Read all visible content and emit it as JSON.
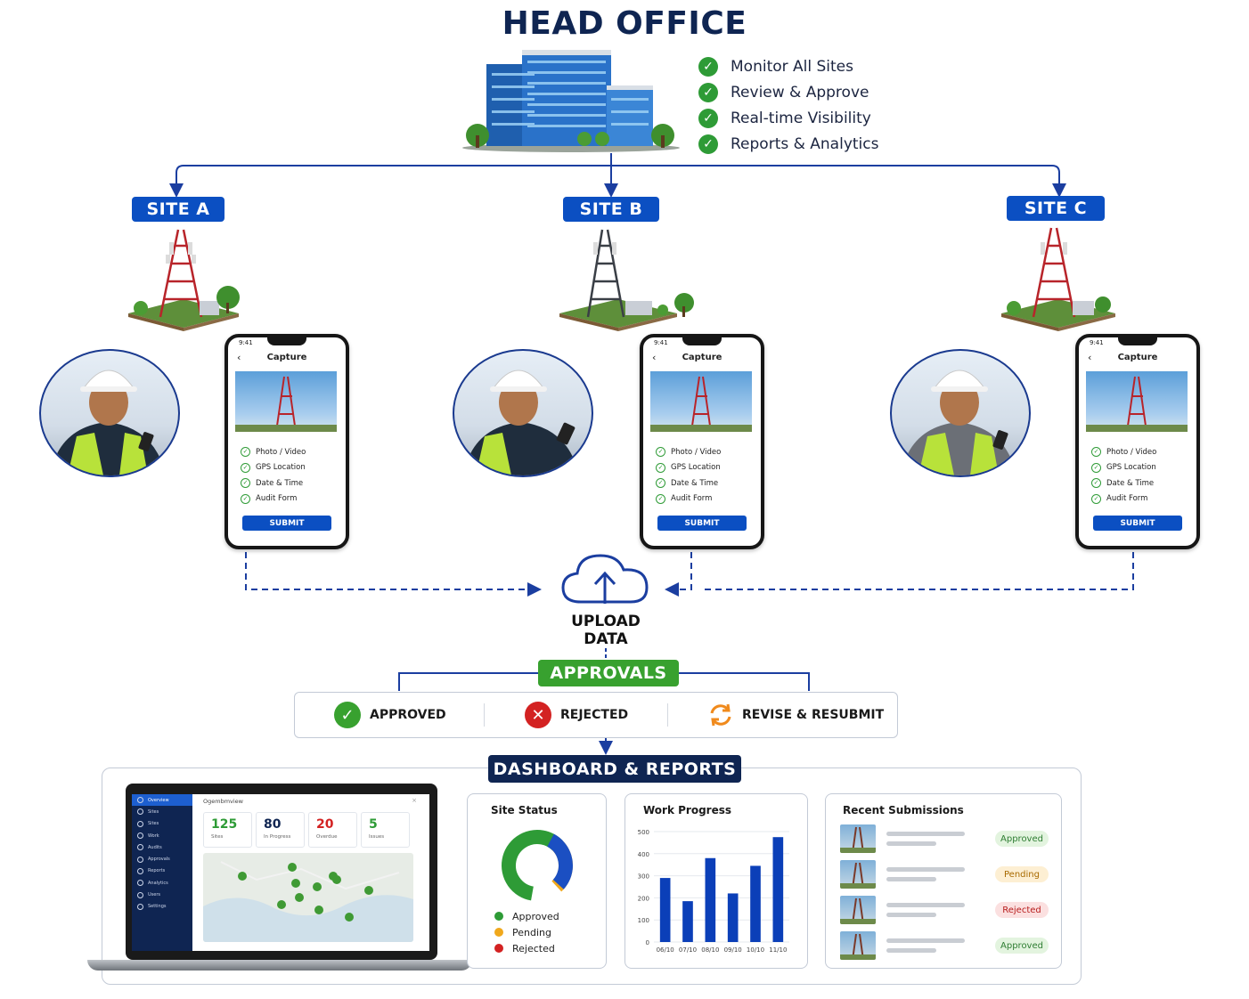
{
  "head_office": {
    "title": "HEAD OFFICE",
    "features": [
      "Monitor All Sites",
      "Review & Approve",
      "Real-time Visibility",
      "Reports & Analytics"
    ]
  },
  "sites": [
    {
      "label": "SITE A"
    },
    {
      "label": "SITE B"
    },
    {
      "label": "SITE C"
    }
  ],
  "phone": {
    "time": "9:41",
    "title": "Capture",
    "items": [
      "Photo / Video",
      "GPS Location",
      "Date & Time",
      "Audit Form"
    ],
    "submit": "SUBMIT"
  },
  "upload": {
    "line1": "UPLOAD",
    "line2": "DATA"
  },
  "approvals": {
    "label": "APPROVALS",
    "options": [
      "APPROVED",
      "REJECTED",
      "REVISE & RESUBMIT"
    ]
  },
  "dashboard": {
    "label": "DASHBOARD & REPORTS",
    "laptop": {
      "header": "Ogembmview",
      "nav": [
        "Overview",
        "Sites",
        "Sites",
        "Work",
        "Audits",
        "Approvals",
        "Reports",
        "Analytics",
        "Users",
        "Settings"
      ],
      "stats": [
        {
          "value": "125",
          "label": "Sites",
          "color": "#2e9b36"
        },
        {
          "value": "80",
          "label": "In Progress",
          "color": "#0f2552"
        },
        {
          "value": "20",
          "label": "Overdue",
          "color": "#d32222"
        },
        {
          "value": "5",
          "label": "Issues",
          "color": "#2e9b36"
        }
      ]
    },
    "site_status": {
      "title": "Site Status",
      "legend": [
        {
          "label": "Approved",
          "color": "#2e9b36"
        },
        {
          "label": "Pending",
          "color": "#f0a81c"
        },
        {
          "label": "Rejected",
          "color": "#d32222"
        }
      ]
    },
    "work_progress": {
      "title": "Work Progress"
    },
    "recent": {
      "title": "Recent Submissions",
      "statuses": [
        "Approved",
        "Pending",
        "Rejected",
        "Approved"
      ]
    }
  },
  "chart_data": {
    "type": "bar",
    "categories": [
      "06/10",
      "07/10",
      "08/10",
      "09/10",
      "10/10",
      "11/10"
    ],
    "values": [
      290,
      185,
      380,
      220,
      345,
      475
    ],
    "ylim": [
      0,
      500
    ],
    "yticks": [
      0,
      100,
      200,
      300,
      400,
      500
    ],
    "title": "Work Progress",
    "grid": true,
    "bar_color": "#0b3fb8"
  }
}
